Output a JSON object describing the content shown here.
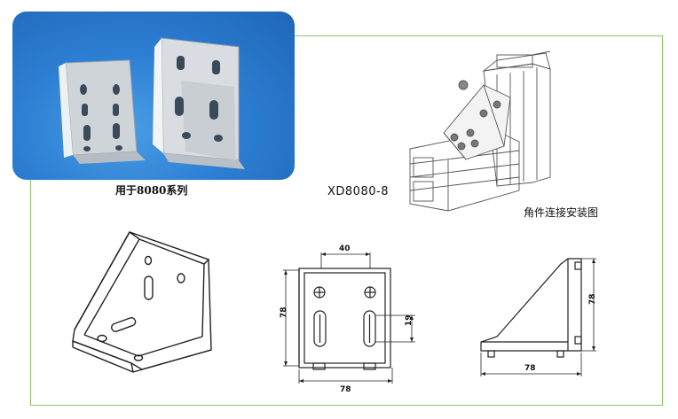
{
  "captions": {
    "photo": "用于8080系列",
    "model": "XD8080-8",
    "install": "角件连接安装图"
  },
  "dimensions": {
    "front_top_width": "40",
    "front_height": "78",
    "front_slot": "19",
    "front_bottom_width": "78",
    "side_height": "78",
    "side_bottom_width": "78"
  },
  "colors": {
    "frame_border": "#8fc46a",
    "photo_background": "#2d7fd3",
    "bracket": "#d6dade",
    "line": "#222222"
  }
}
